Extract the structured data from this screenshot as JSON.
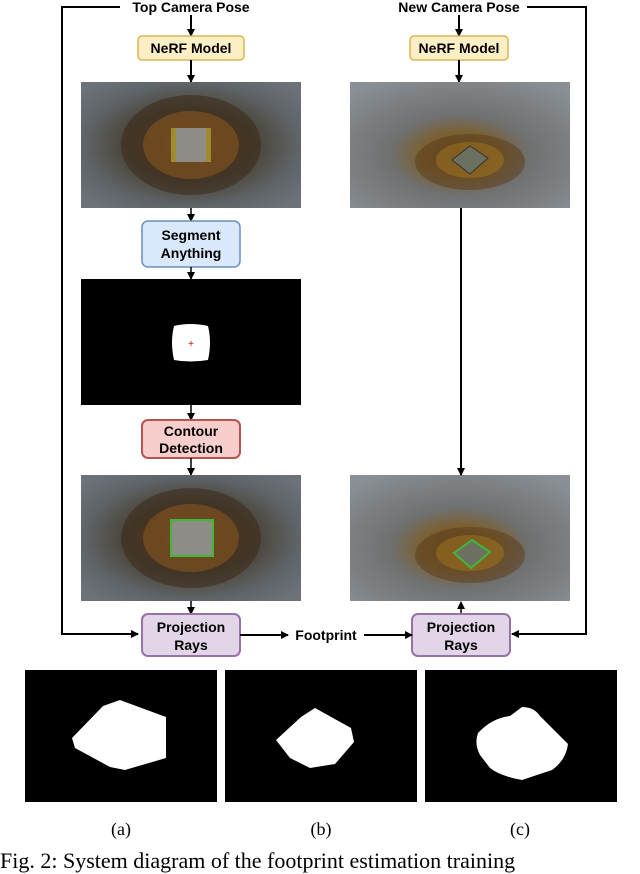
{
  "inputs": {
    "top_camera_pose": "Top Camera Pose",
    "new_camera_pose": "New Camera Pose"
  },
  "nodes": {
    "nerf_left": "NeRF Model",
    "nerf_right": "NeRF Model",
    "segment_anything": [
      "Segment",
      "Anything"
    ],
    "contour_detection": [
      "Contour",
      "Detection"
    ],
    "projection_left": [
      "Projection",
      "Rays"
    ],
    "projection_right": [
      "Projection",
      "Rays"
    ]
  },
  "edges": {
    "footprint": "Footprint"
  },
  "subfigures": [
    "(a)",
    "(b)",
    "(c)"
  ],
  "caption": "Fig. 2: System diagram of the footprint estimation training",
  "colors": {
    "nerf_fill": "#fcefc5",
    "nerf_stroke": "#d6b656",
    "segment_fill": "#dae8fc",
    "segment_stroke": "#6c8ebf",
    "contour_fill": "#f8cecc",
    "contour_stroke": "#b85450",
    "projection_fill": "#e1d5e7",
    "projection_stroke": "#9673a6",
    "contour_outline": "#3fb83a"
  }
}
